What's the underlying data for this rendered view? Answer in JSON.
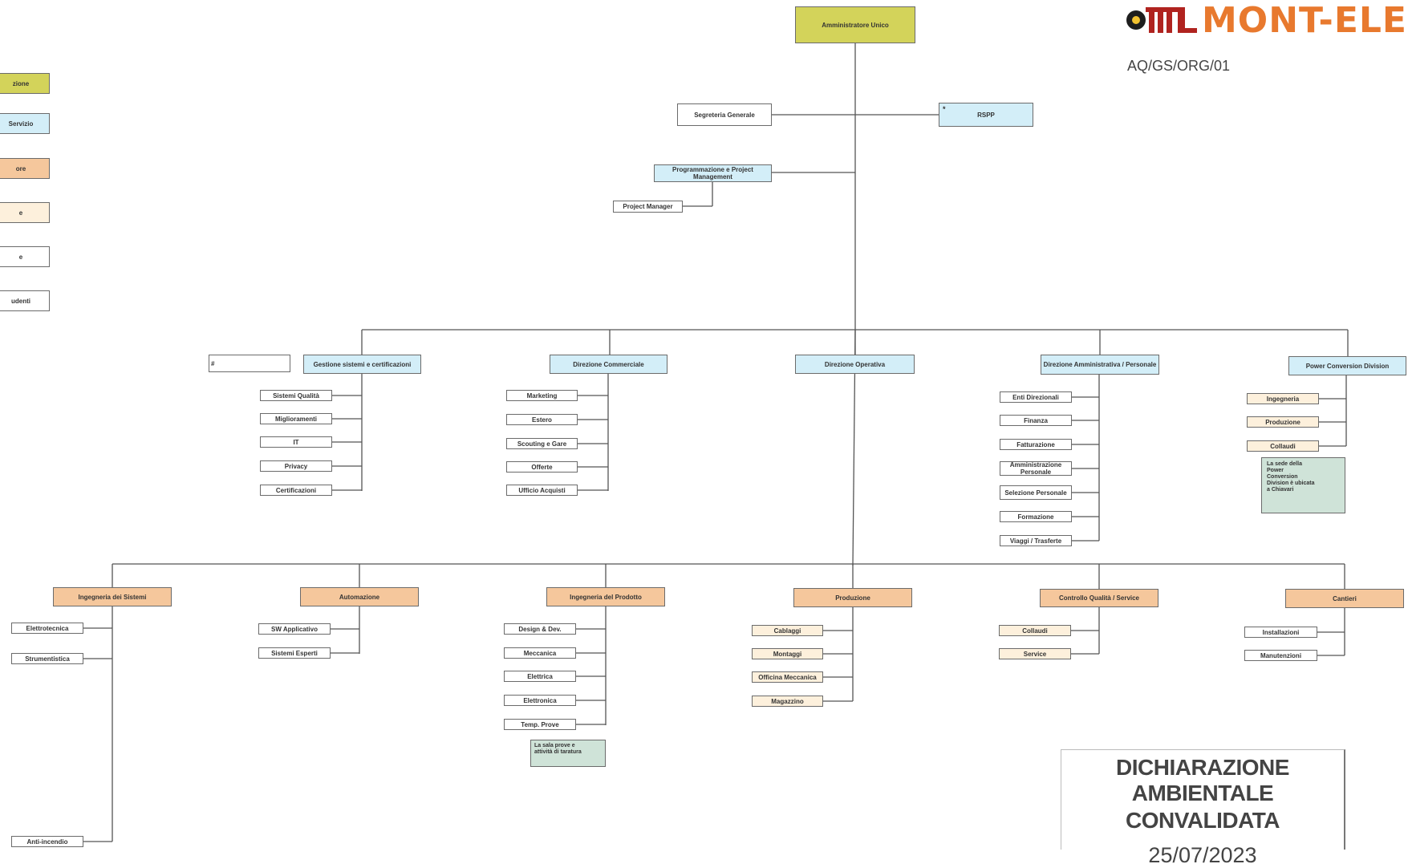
{
  "header": {
    "logo_text": "MONT-ELE",
    "doc_code": "AQ/GS/ORG/01"
  },
  "stamp": {
    "line1": "DICHIARAZIONE AMBIENTALE",
    "line2": "CONVALIDATA",
    "date": "25/07/2023"
  },
  "legend": [
    "zione",
    "Servizio",
    "ore",
    "e",
    "e",
    "udenti"
  ],
  "top": {
    "ceo": "Amministratore Unico",
    "secretary": "Segreteria Generale",
    "rspp": "RSPP",
    "rspp_marker": "*",
    "planning": "Programmazione e Project Management",
    "project_manager": "Project Manager"
  },
  "directions": [
    {
      "label": "Gestione sistemi e certificazioni",
      "marker": "#",
      "items": [
        "Sistemi Qualità",
        "Miglioramenti",
        "IT",
        "Privacy",
        "Certificazioni"
      ]
    },
    {
      "label": "Direzione Commerciale",
      "items": [
        "Marketing",
        "Estero",
        "Scouting e Gare",
        "Offerte",
        "Ufficio Acquisti"
      ]
    },
    {
      "label": "Direzione Operativa",
      "items": []
    },
    {
      "label": "Direzione Amministrativa / Personale",
      "items": [
        "Enti Direzionali",
        "Finanza",
        "Fatturazione",
        "Amministrazione Personale",
        "Selezione Personale",
        "Formazione",
        "Viaggi / Trasferte"
      ]
    },
    {
      "label": "Power Conversion Division",
      "items": [
        "Ingegneria",
        "Produzione",
        "Collaudi"
      ],
      "note": [
        "La sede della",
        "Power",
        "Conversion",
        "Division è ubicata",
        "a Chiavari"
      ]
    }
  ],
  "operations": [
    {
      "label": "Ingegneria dei Sistemi",
      "items": [
        "Elettrotecnica",
        "Strumentistica",
        "Anti-incendio"
      ]
    },
    {
      "label": "Automazione",
      "items": [
        "SW Applicativo",
        "Sistemi Esperti"
      ]
    },
    {
      "label": "Ingegneria del Prodotto",
      "items": [
        "Design & Dev.",
        "Meccanica",
        "Elettrica",
        "Elettronica",
        "Temp. Prove"
      ],
      "note": [
        "La sala prove e",
        "attività di taratura"
      ]
    },
    {
      "label": "Produzione",
      "items": [
        "Cablaggi",
        "Montaggi",
        "Officina Meccanica",
        "Magazzino"
      ]
    },
    {
      "label": "Controllo Qualità / Service",
      "items": [
        "Collaudi",
        "Service"
      ]
    },
    {
      "label": "Cantieri",
      "items": [
        "Installazioni",
        "Manutenzioni"
      ]
    }
  ]
}
